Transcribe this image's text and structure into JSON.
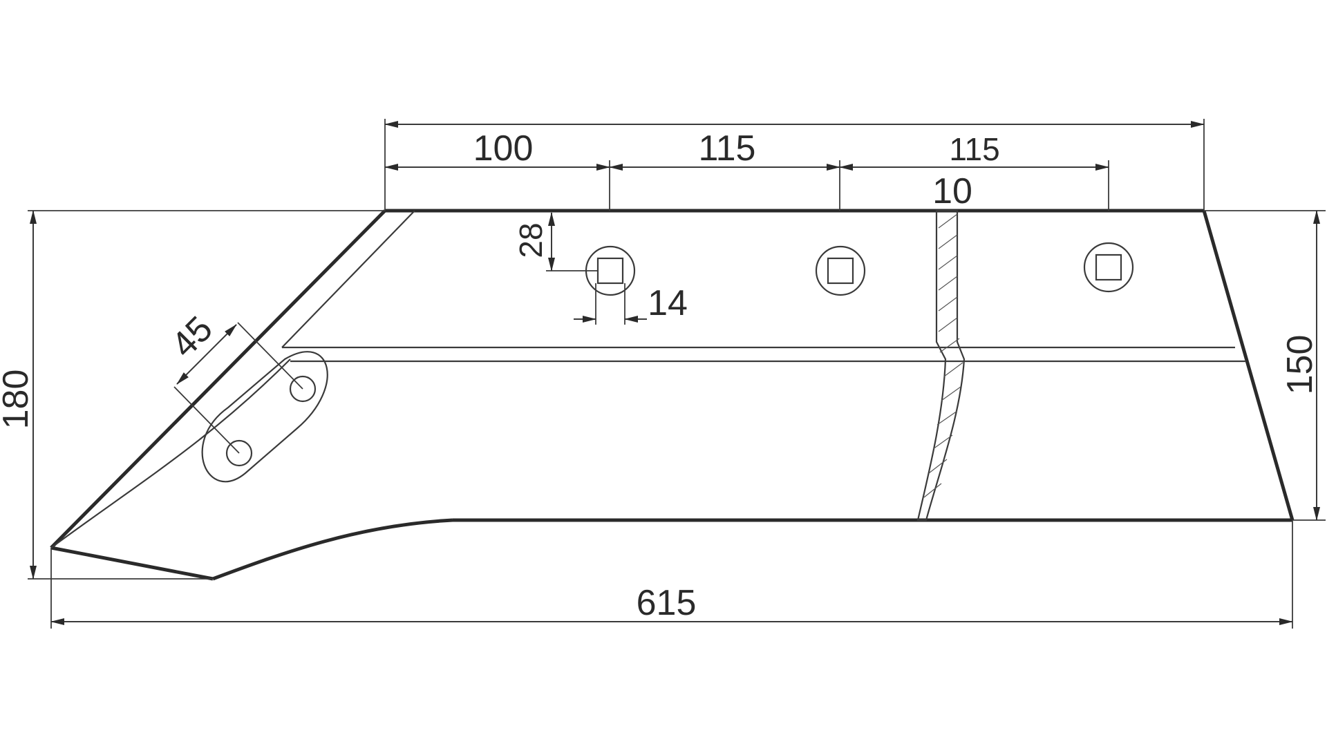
{
  "drawing": {
    "dimensions": {
      "overall_top_length": "",
      "top_segment_1": "100",
      "top_segment_2": "115",
      "top_segment_3": "115",
      "rib_width": "10",
      "hole_offset": "28",
      "hole_diameter": "14",
      "slot_spacing": "45",
      "total_height": "180",
      "heel_height": "150",
      "total_length": "615"
    },
    "colors": {
      "line": "#2a2a2a",
      "background": "#ffffff"
    }
  }
}
